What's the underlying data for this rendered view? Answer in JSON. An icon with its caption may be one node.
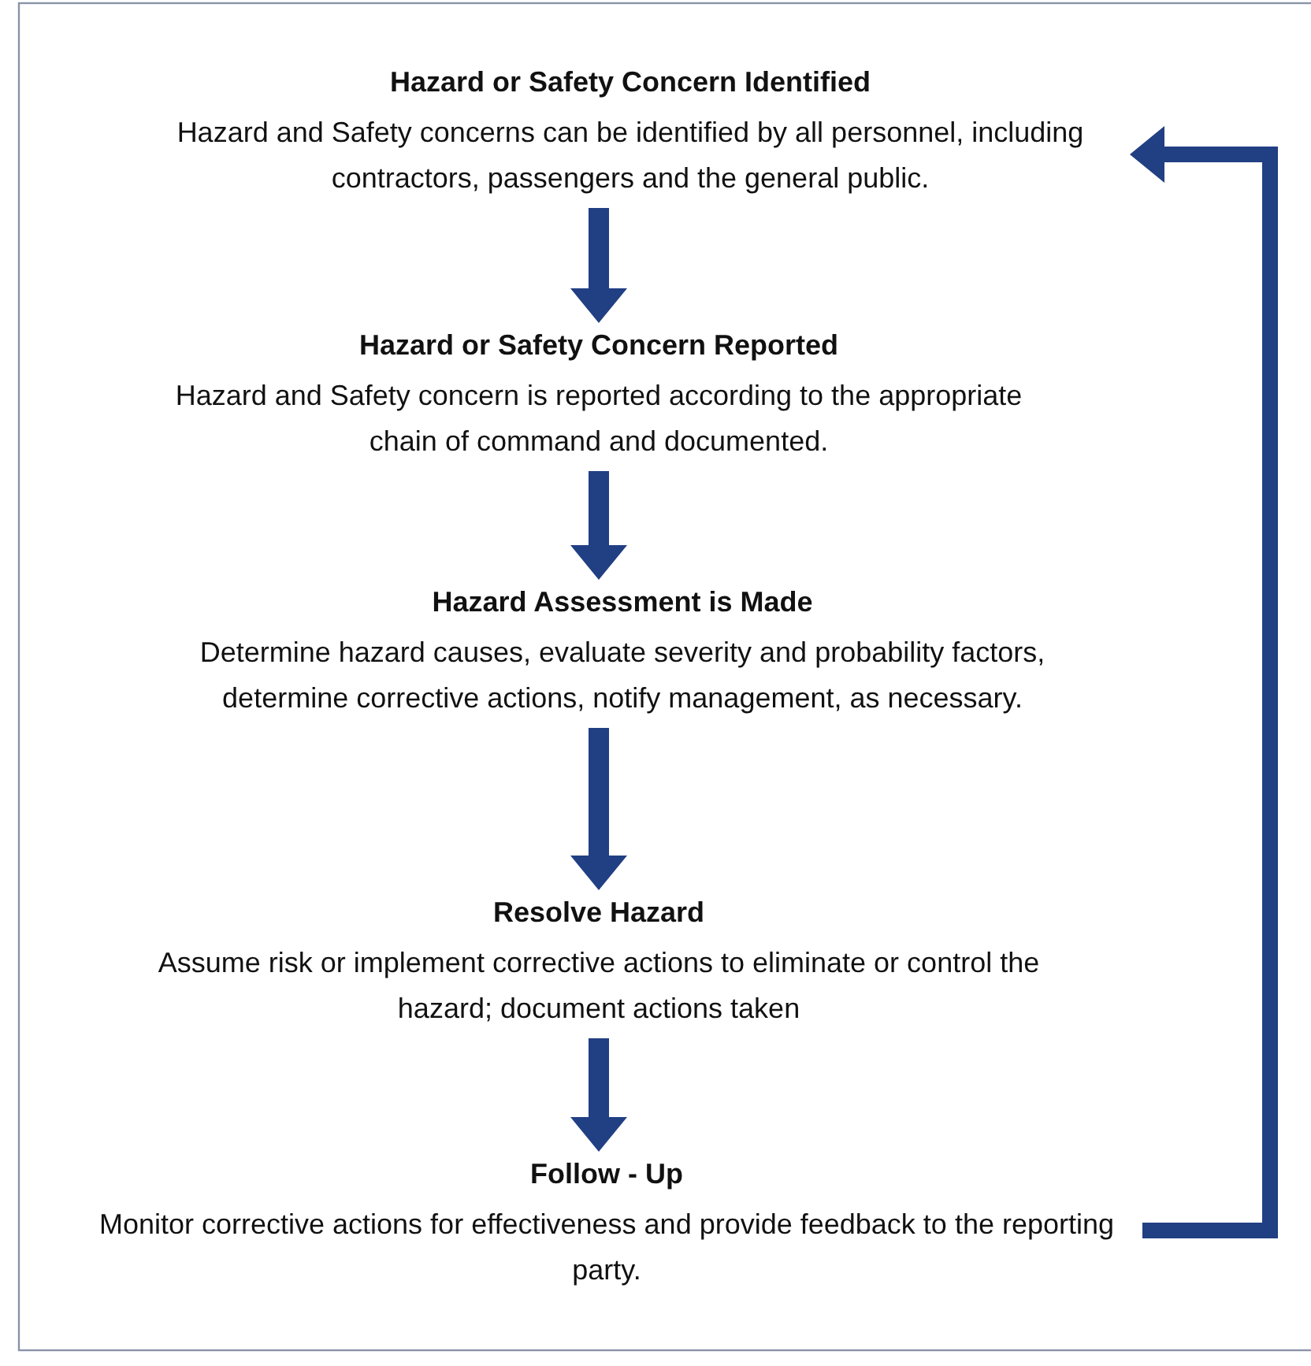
{
  "diagram": {
    "nodes": [
      {
        "text": [
          "Hazard or Safety Concern Identified",
          "Hazard and Safety concerns can be identified by all personnel, including contractors, passengers and the general public."
        ]
      },
      {
        "text": [
          "Hazard or Safety Concern Reported",
          "Hazard and Safety concern is reported according to the appropriate chain of command and documented."
        ]
      },
      {
        "text": [
          "Hazard Assessment is Made",
          "Determine hazard causes, evaluate severity and probability factors, determine corrective actions, notify management, as necessary."
        ]
      },
      {
        "text": [
          "Resolve Hazard",
          "Assume risk or implement corrective actions to eliminate or control the hazard; document actions taken"
        ]
      },
      {
        "text": [
          "Follow - Up",
          "Monitor corrective actions for effectiveness and provide feedback to the reporting party."
        ]
      }
    ],
    "edges": [
      {
        "from": 0,
        "to": 1,
        "arrow": "to"
      },
      {
        "from": 1,
        "to": 2,
        "arrow": "to"
      },
      {
        "from": 2,
        "to": 3,
        "arrow": "to"
      },
      {
        "from": 3,
        "to": 4,
        "arrow": "to"
      },
      {
        "from": 4,
        "to": 0,
        "arrow": "to"
      }
    ]
  }
}
